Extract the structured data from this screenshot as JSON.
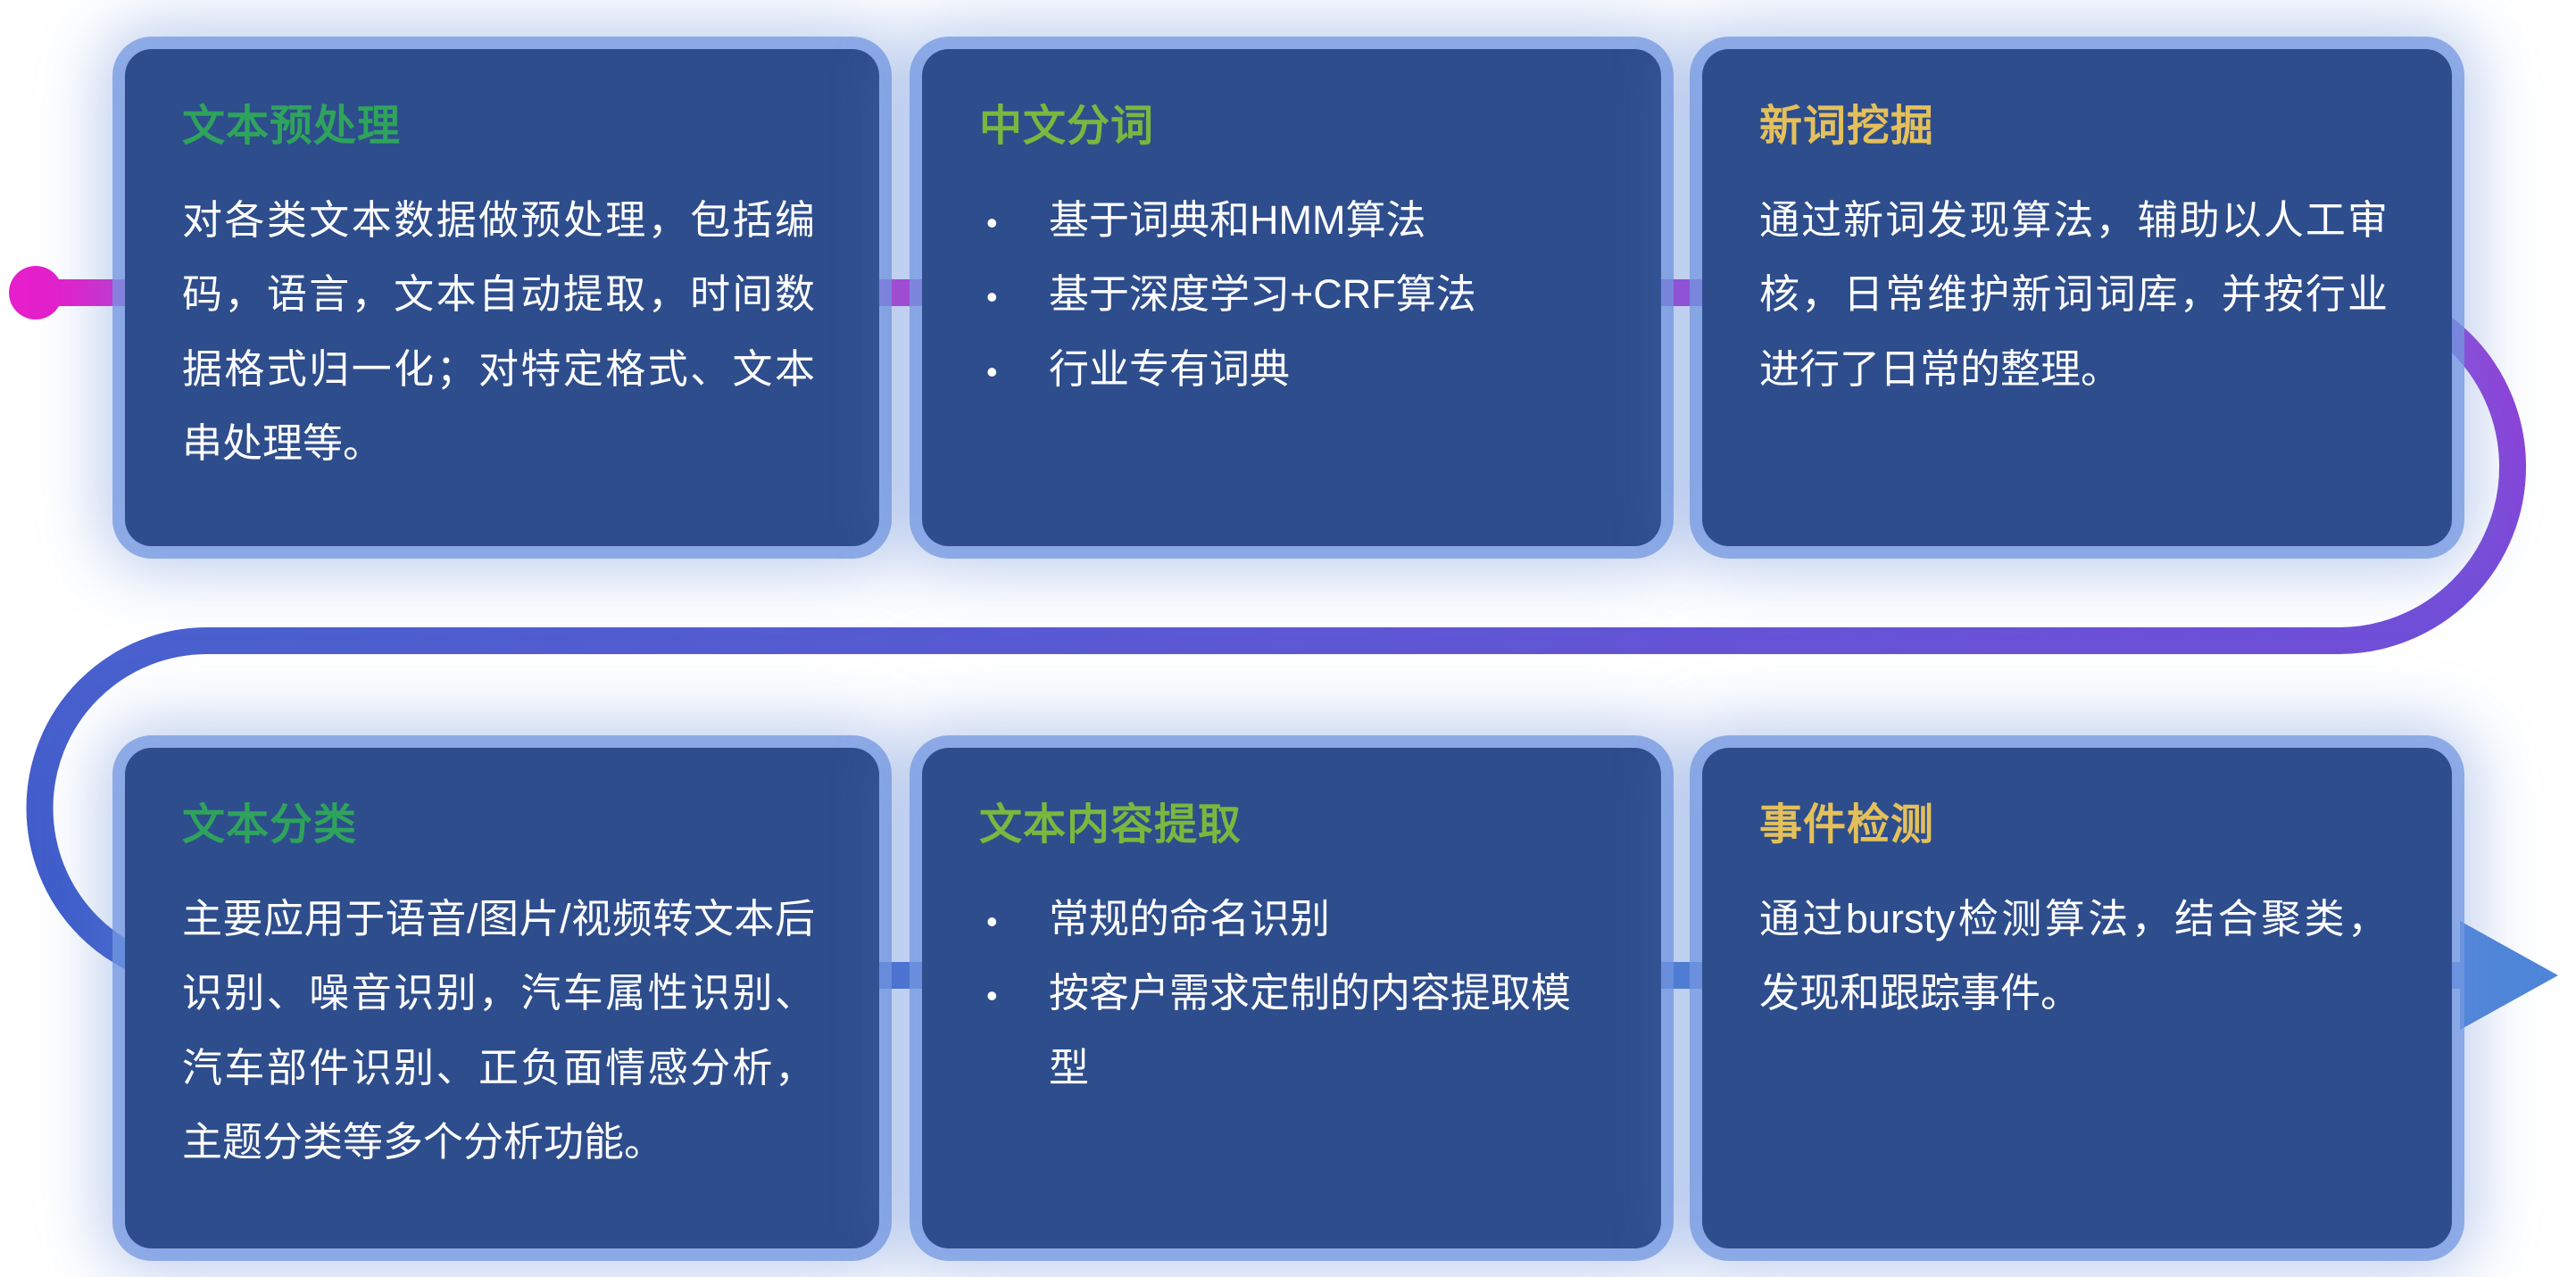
{
  "palette": {
    "page-bg": "#ffffff",
    "card-bg": "#2e4d8c",
    "card-ring": "#7398e0c0",
    "card-glow": "#5f86d666",
    "body-text": "#ffffff",
    "title-green": "#2ea35c",
    "title-lime": "#7ab73f",
    "title-yellow": "#e4c05b",
    "flow-dot": "#e41fcb",
    "flow-c0": "#e41fcb",
    "flow-c1": "#9c3bd8",
    "flow-c2": "#6f4fd8",
    "flow-c3": "#4a60ce",
    "flow-c4": "#3c5cc8",
    "flow-c5": "#4f86d9"
  },
  "bullet_char": "•",
  "cards": [
    {
      "title": "文本预处理",
      "title_color": "#2ea35c",
      "text": "对各类文本数据做预处理，包括编码，语言，文本自动提取，时间数据格式归一化；对特定格式、文本串处理等。"
    },
    {
      "title": "中文分词",
      "title_color": "#7ab73f",
      "bullets": [
        "基于词典和HMM算法",
        "基于深度学习+CRF算法",
        "行业专有词典"
      ]
    },
    {
      "title": "新词挖掘",
      "title_color": "#e4c05b",
      "text": "通过新词发现算法，辅助以人工审核，日常维护新词词库，并按行业进行了日常的整理。"
    },
    {
      "title": "文本分类",
      "title_color": "#2ea35c",
      "text": "主要应用于语音/图片/视频转文本后识别、噪音识别，汽车属性识别、汽车部件识别、正负面情感分析，主题分类等多个分析功能。"
    },
    {
      "title": "文本内容提取",
      "title_color": "#7ab73f",
      "bullets": [
        "常规的命名识别",
        "按客户需求定制的内容提取模型"
      ]
    },
    {
      "title": "事件检测",
      "title_color": "#e4c05b",
      "text": "通过bursty检测算法，结合聚类，发现和跟踪事件。"
    }
  ]
}
